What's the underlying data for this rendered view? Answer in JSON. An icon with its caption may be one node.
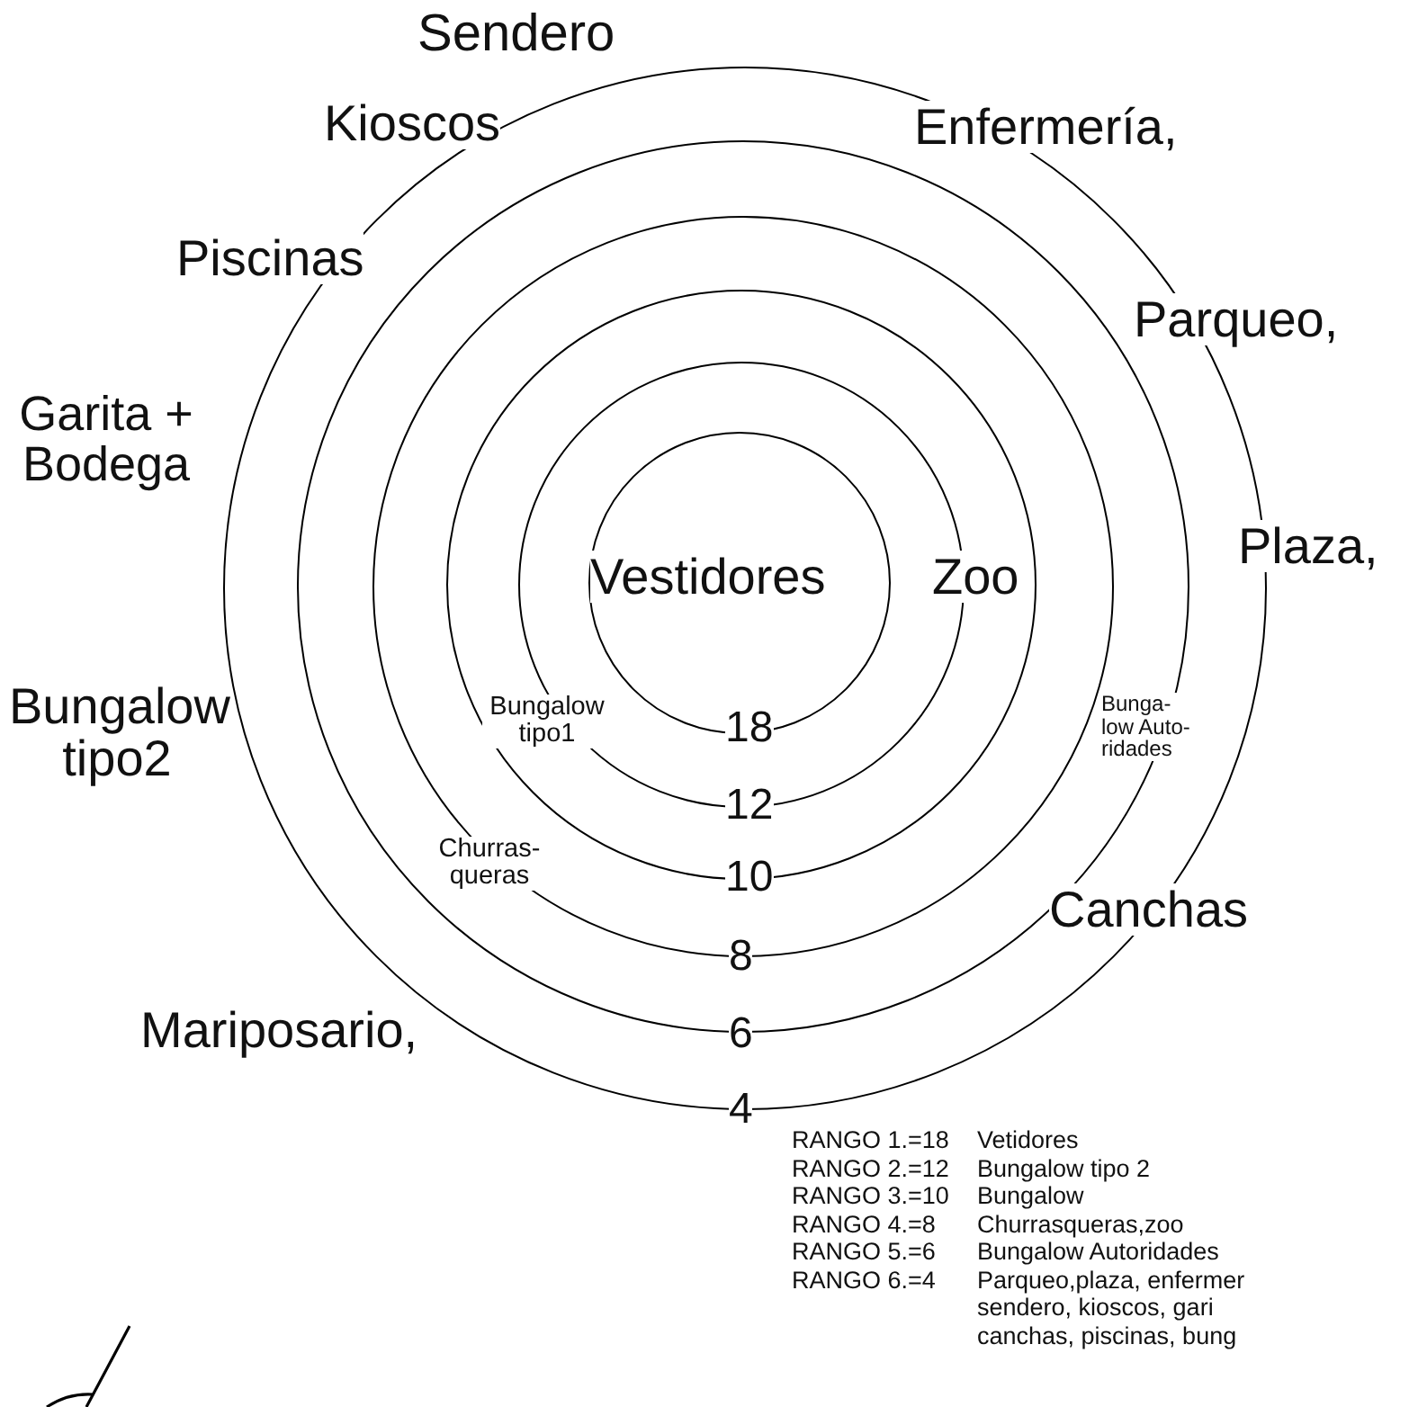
{
  "diagram": {
    "nodes": [
      {
        "text": [],
        "shape": "circle"
      },
      {
        "text": [],
        "shape": "circle",
        "in": 0
      },
      {
        "text": [],
        "shape": "circle",
        "in": 1
      },
      {
        "text": [],
        "shape": "circle",
        "in": 2
      },
      {
        "text": [],
        "shape": "circle",
        "in": 3
      },
      {
        "text": [],
        "shape": "circle",
        "in": 4
      }
    ],
    "labels": [
      "Sendero",
      "Kioscos",
      "Enfermería,",
      "Piscinas",
      "Parqueo,",
      "Garita + Bodega",
      "Plaza,",
      "Vestidores",
      "Zoo",
      "Bungalow tipo2",
      "Bungalow tipo1",
      "18",
      "Bunga- low Auto- ridades",
      "12",
      "Churras- queras",
      "10",
      "Canchas",
      "8",
      "Mariposario,",
      "6",
      "4",
      "RANGO 1.=18",
      "Vetidores",
      "RANGO 2.=12",
      "Bungalow tipo 2",
      "RANGO 3.=10",
      "Bungalow",
      "RANGO 4.=8",
      "Churrasqueras,zoo",
      "RANGO 5.=6",
      "Bungalow Autoridades",
      "RANGO 6.=4",
      "Parqueo,plaza, enfermer sendero, kioscos, gari canchas, piscinas, bung"
    ]
  }
}
